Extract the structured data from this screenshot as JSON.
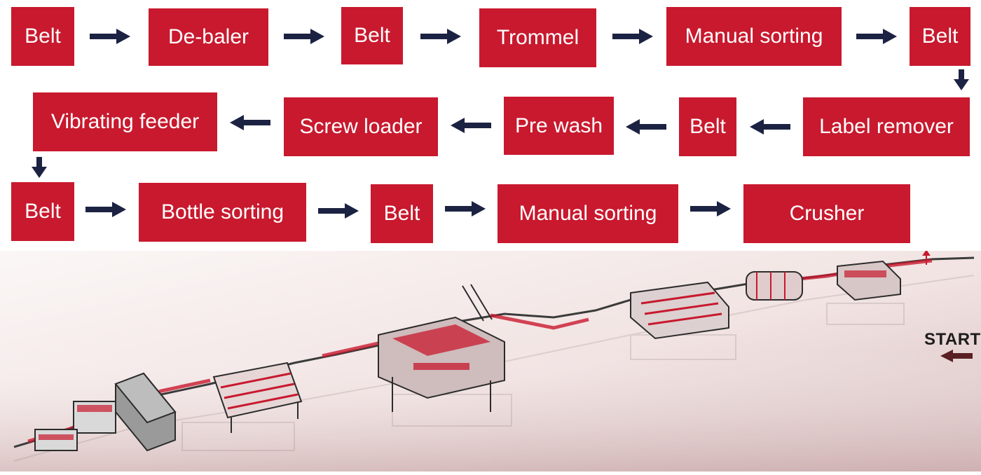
{
  "colors": {
    "step_fill": "#c8192e",
    "step_text": "#ffffff",
    "arrow": "#1c2242",
    "start_arrow": "#5a1f22"
  },
  "flow": {
    "row1": [
      "Belt",
      "De-baler",
      "Belt",
      "Trommel",
      "Manual sorting",
      "Belt"
    ],
    "row2": [
      "Label remover",
      "Belt",
      "Pre wash",
      "Screw loader",
      "Vibrating feeder"
    ],
    "row3": [
      "Belt",
      "Bottle sorting",
      "Belt",
      "Manual sorting",
      "Crusher"
    ]
  },
  "illustration": {
    "start_label": "START",
    "icon": "start-arrow-left-icon"
  }
}
